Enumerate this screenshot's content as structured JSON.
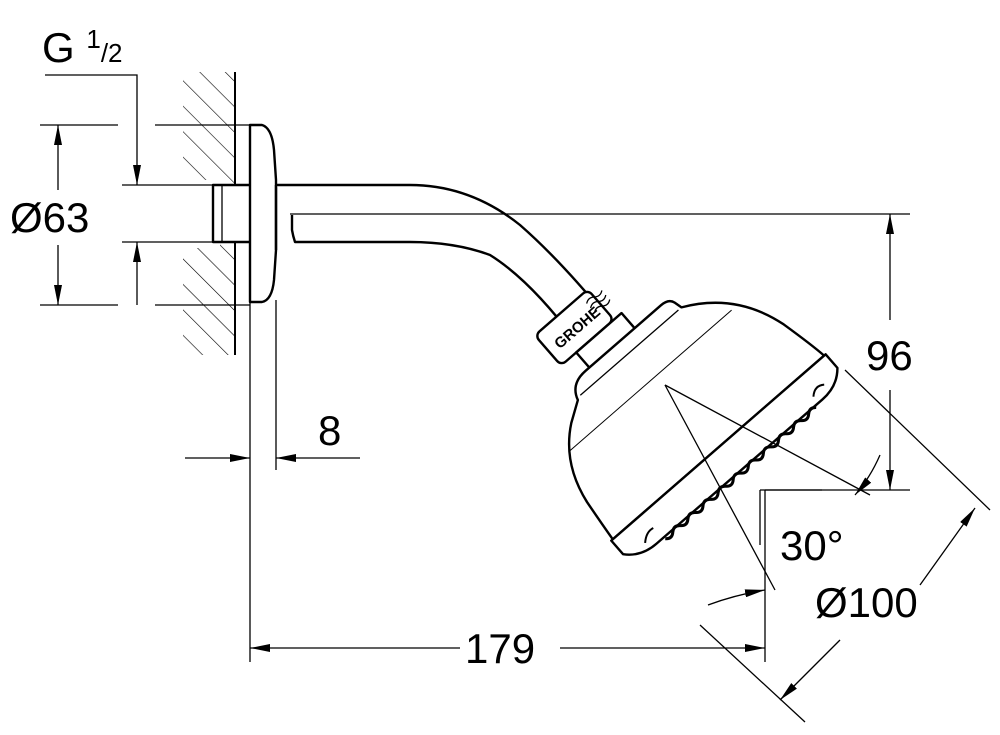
{
  "title": "Shower head with arm – dimension drawing",
  "logo": "GROHE",
  "dimensions": {
    "thread_g": "G",
    "thread_num": "1",
    "thread_den": "2",
    "flange_diameter": "Ø63",
    "wall_gap": "8",
    "height_drop": "96",
    "spray_angle": "30°",
    "head_diameter": "Ø100",
    "projection": "179"
  },
  "colors": {
    "line": "#000000",
    "background": "#ffffff"
  }
}
